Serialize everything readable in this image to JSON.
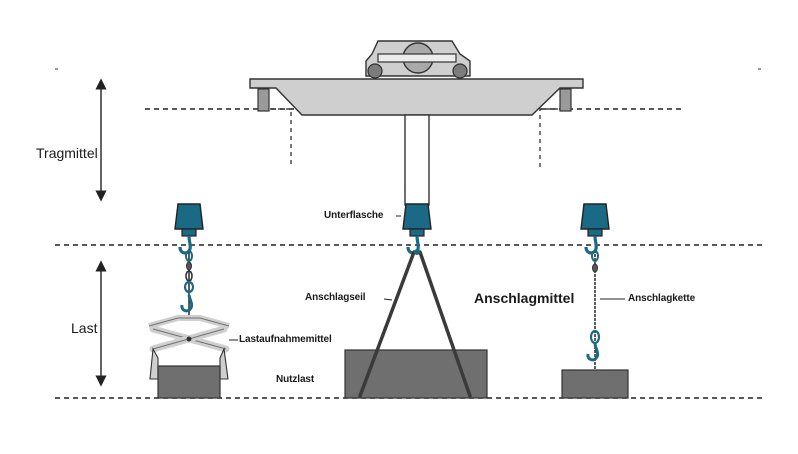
{
  "labels": {
    "tragmittel": "Tragmittel",
    "last": "Last",
    "unterflasche": "Unterflasche",
    "anschlagseil": "Anschlagseil",
    "anschlagmittel": "Anschlagmittel",
    "anschlagkette": "Anschlagkette",
    "lastaufnahmemittel": "Lastaufnahmemittel",
    "nutzlast": "Nutzlast"
  },
  "colors": {
    "hook_block": "#1b6a85",
    "load": "#6f6f6f",
    "crane": "#cfcfcf",
    "outline": "#333333"
  },
  "icons": [
    "crane-trolley-icon",
    "hook-block-icon",
    "hook-icon",
    "chain-icon",
    "scissor-clamp-icon",
    "arrow-icon"
  ]
}
